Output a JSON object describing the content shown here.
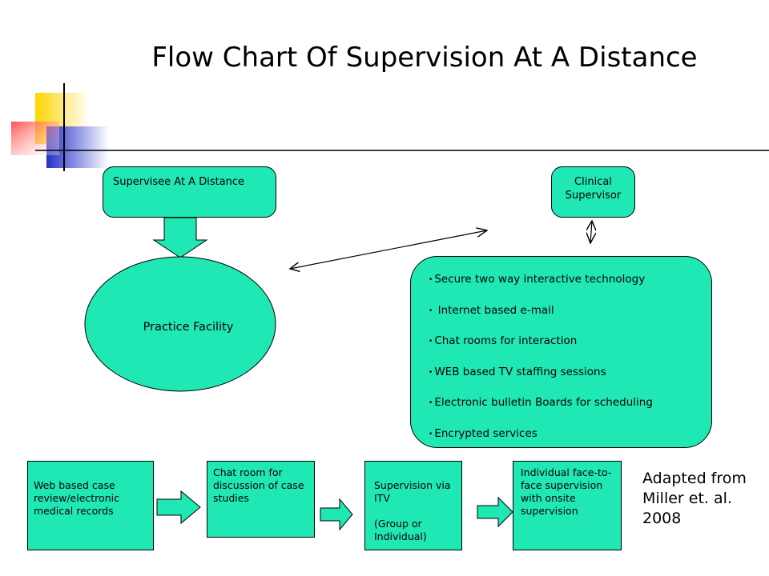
{
  "title": "Flow Chart Of Supervision At A Distance",
  "colors": {
    "node_fill": "#20e8b4",
    "stroke": "#000000"
  },
  "nodes": {
    "supervisee": "Supervisee At A Distance",
    "clinical_supervisor": "Clinical Supervisor",
    "practice_facility": "Practice Facility"
  },
  "technology": [
    "Secure two way interactive technology",
    " Internet based e-mail",
    "Chat rooms for interaction",
    "WEB based TV staffing sessions",
    "Electronic bulletin Boards for scheduling",
    "Encrypted services"
  ],
  "steps": [
    "Web based case review/electronic medical records",
    "Chat room for discussion of case studies",
    "Supervision via ITV\n\n(Group or Individual)",
    "Individual face-to-face supervision with onsite supervision"
  ],
  "credit": "Adapted from Miller et. al. 2008"
}
